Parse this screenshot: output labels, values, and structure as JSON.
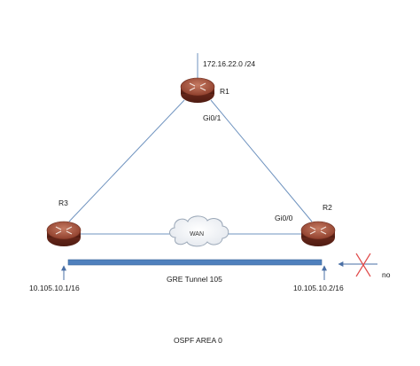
{
  "routers": {
    "r1": {
      "label": "R1"
    },
    "r2": {
      "label": "R2"
    },
    "r3": {
      "label": "R3"
    }
  },
  "labels": {
    "network": "172.16.22.0  /24",
    "r1_interface": "Gi0/1",
    "r2_interface": "Gi0/0",
    "wan": "WAN",
    "tunnel": "GRE Tunnel 105",
    "r3_ip": "10.105.10.1/16",
    "r2_ip": "10.105.10.2/16",
    "no": "no",
    "area": "OSPF AREA 0"
  },
  "colors": {
    "link": "#6f93bf",
    "tunnel_bar": "#4f80bd",
    "tunnel_bar_edge": "#3a6496",
    "router_body": "#8a3a2a",
    "router_top": "#a85a45",
    "x_mark": "#e04a4a",
    "arrow": "#4a6fa5"
  }
}
